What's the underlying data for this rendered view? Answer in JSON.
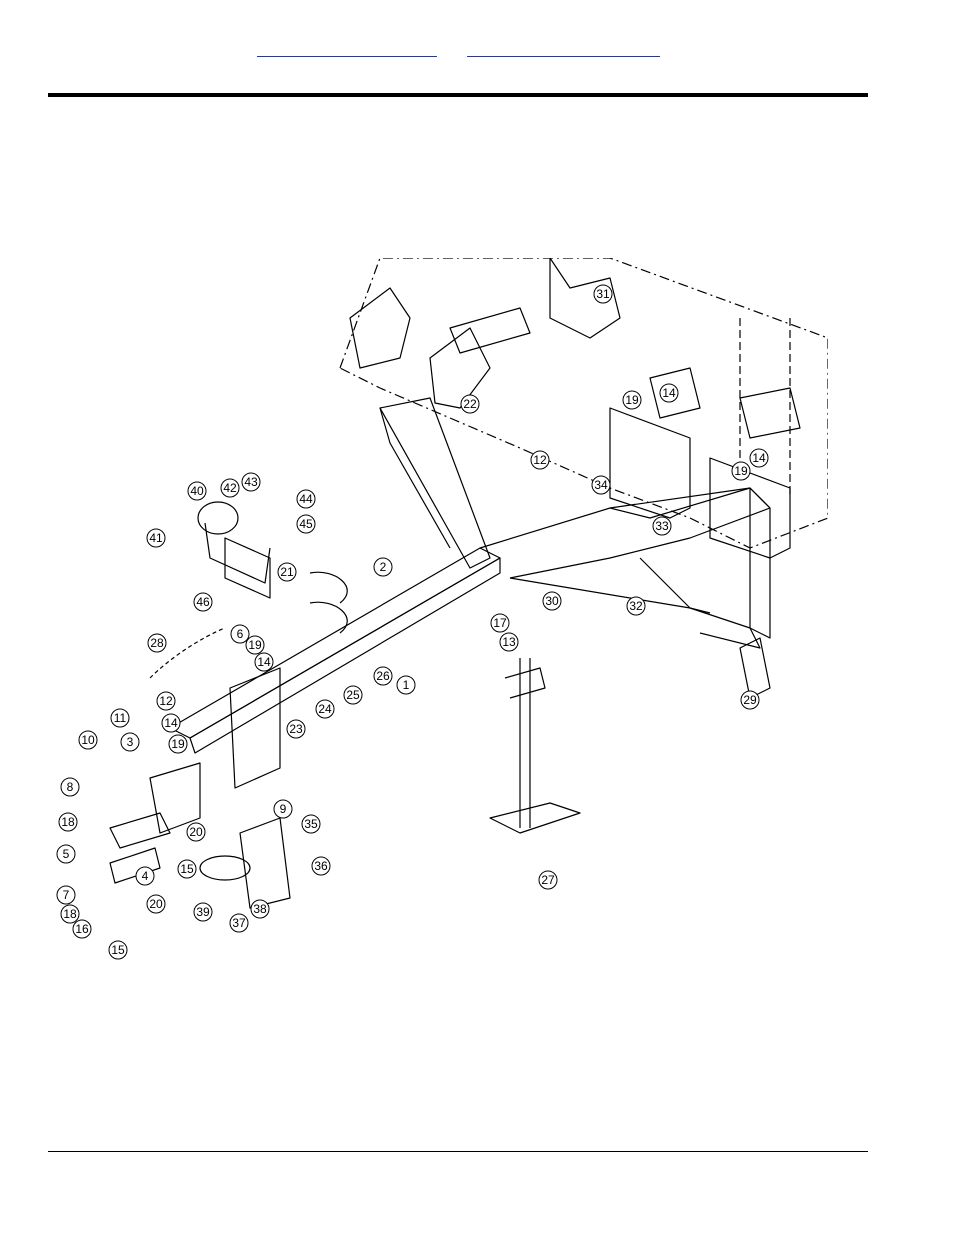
{
  "header": {
    "links": [
      {
        "label": ""
      },
      {
        "label": ""
      }
    ]
  },
  "diagram": {
    "callouts": [
      {
        "n": "1"
      },
      {
        "n": "2"
      },
      {
        "n": "3"
      },
      {
        "n": "4"
      },
      {
        "n": "5"
      },
      {
        "n": "6"
      },
      {
        "n": "7"
      },
      {
        "n": "8"
      },
      {
        "n": "9"
      },
      {
        "n": "10"
      },
      {
        "n": "11"
      },
      {
        "n": "12"
      },
      {
        "n": "12"
      },
      {
        "n": "13"
      },
      {
        "n": "14"
      },
      {
        "n": "14"
      },
      {
        "n": "14"
      },
      {
        "n": "14"
      },
      {
        "n": "15"
      },
      {
        "n": "15"
      },
      {
        "n": "16"
      },
      {
        "n": "17"
      },
      {
        "n": "18"
      },
      {
        "n": "18"
      },
      {
        "n": "19"
      },
      {
        "n": "19"
      },
      {
        "n": "19"
      },
      {
        "n": "19"
      },
      {
        "n": "20"
      },
      {
        "n": "20"
      },
      {
        "n": "21"
      },
      {
        "n": "22"
      },
      {
        "n": "23"
      },
      {
        "n": "24"
      },
      {
        "n": "25"
      },
      {
        "n": "26"
      },
      {
        "n": "27"
      },
      {
        "n": "28"
      },
      {
        "n": "29"
      },
      {
        "n": "30"
      },
      {
        "n": "31"
      },
      {
        "n": "32"
      },
      {
        "n": "33"
      },
      {
        "n": "34"
      },
      {
        "n": "35"
      },
      {
        "n": "36"
      },
      {
        "n": "37"
      },
      {
        "n": "38"
      },
      {
        "n": "39"
      },
      {
        "n": "40"
      },
      {
        "n": "41"
      },
      {
        "n": "42"
      },
      {
        "n": "43"
      },
      {
        "n": "44"
      },
      {
        "n": "45"
      },
      {
        "n": "46"
      }
    ]
  }
}
